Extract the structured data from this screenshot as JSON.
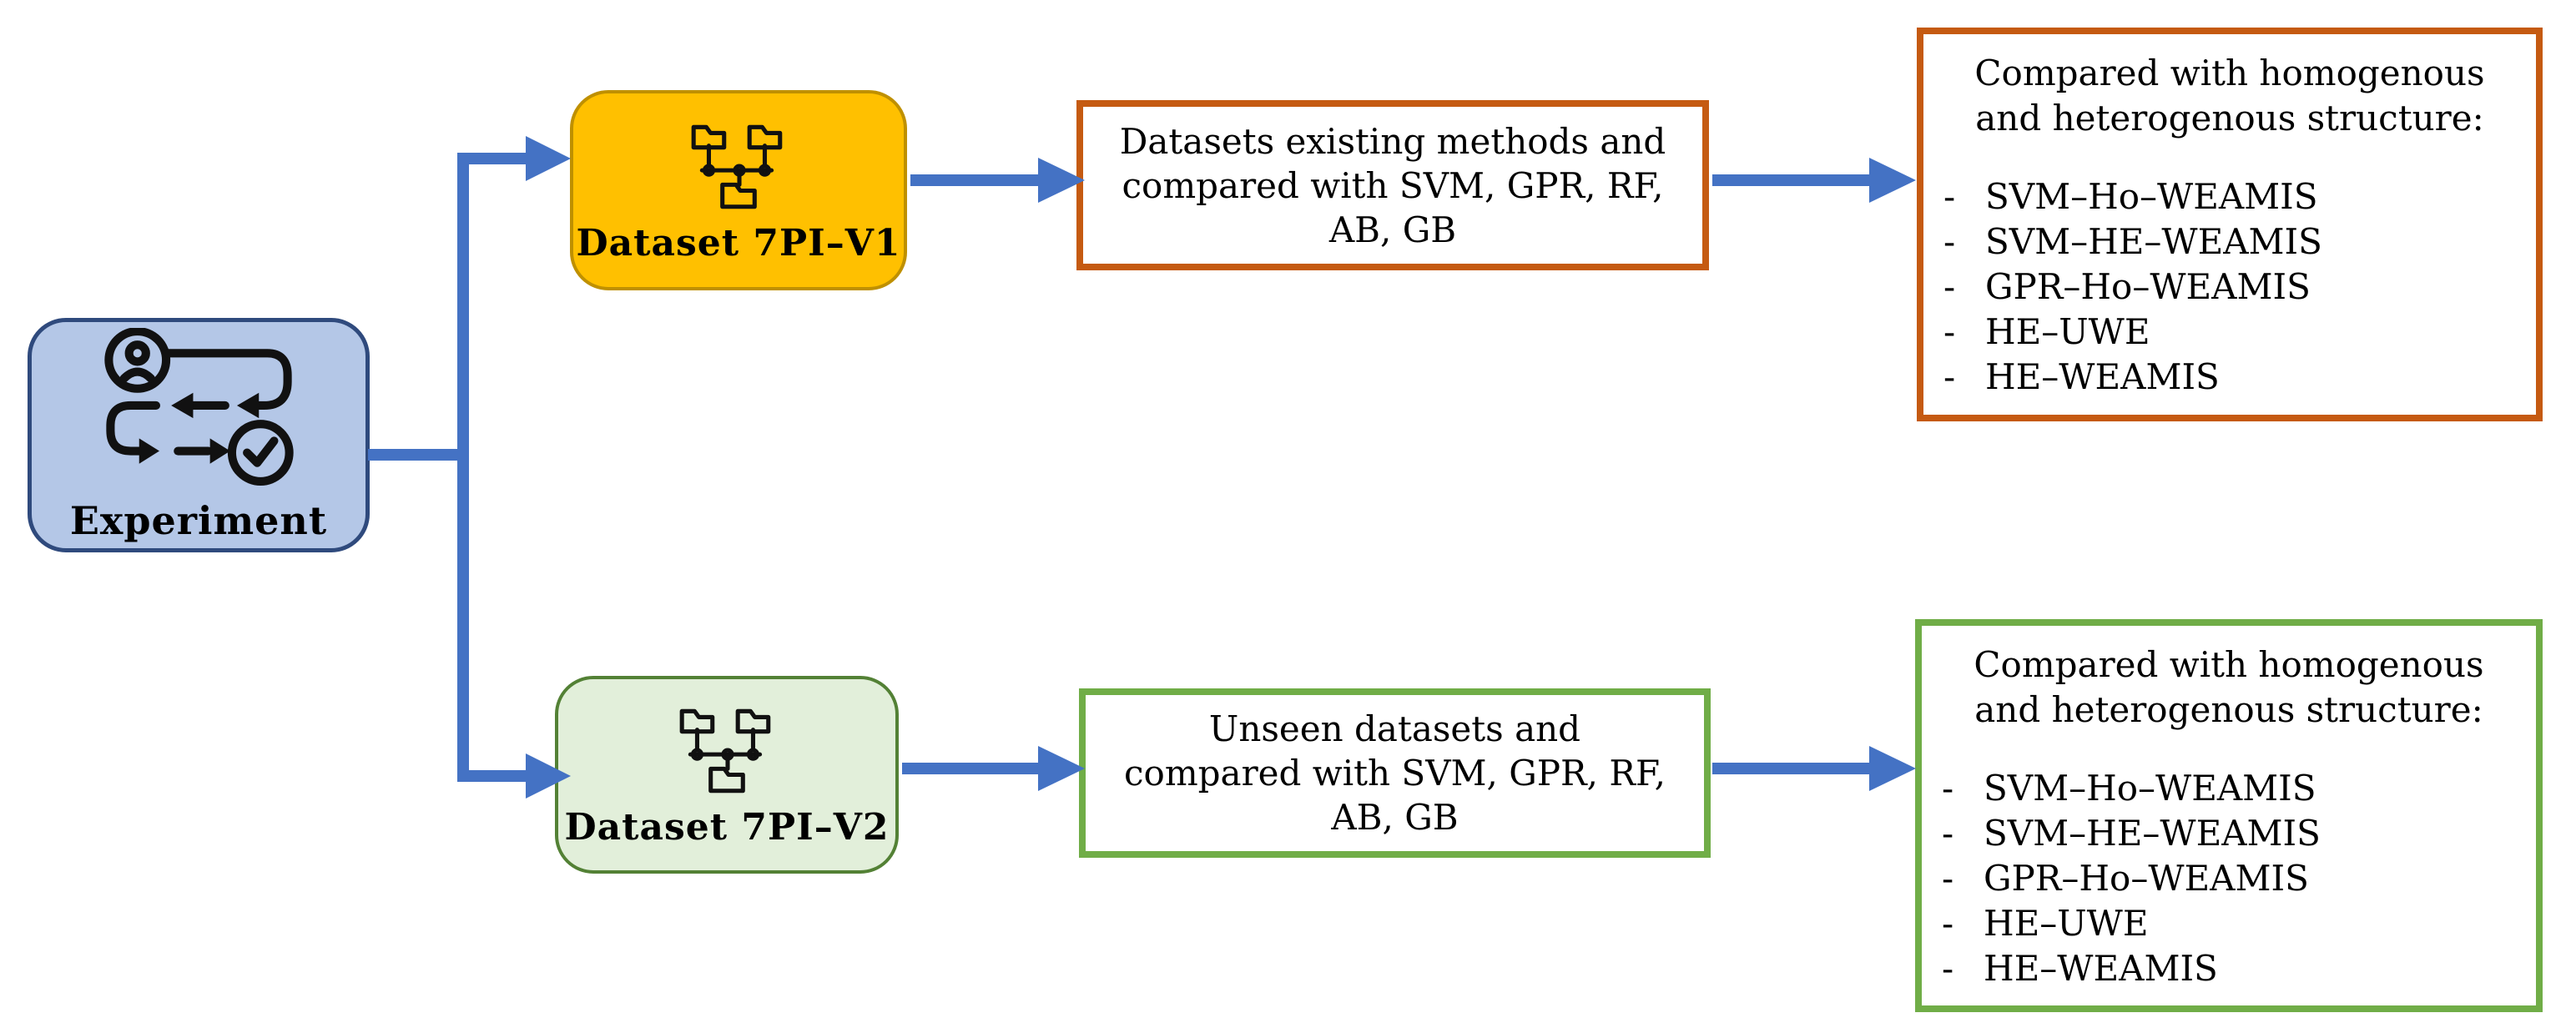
{
  "colors": {
    "arrow": "#4472C4",
    "experiment-fill": "#B4C7E7",
    "experiment-border": "#2F4A7D",
    "v1-fill": "#FFC000",
    "v1-border": "#BF9000",
    "v2-fill": "#E2EFDA",
    "v2-border": "#538135",
    "accent-orange": "#C55A11",
    "accent-green": "#70AD47",
    "icon-stroke": "#111111"
  },
  "shared": {
    "bullet": "-"
  },
  "root": {
    "label": "Experiment",
    "icon": "workflow-icon"
  },
  "branches": [
    {
      "dataset": {
        "label": "Dataset 7PI–V1",
        "icon": "folder-tree-icon"
      },
      "process": {
        "text": "Datasets existing methods and\ncompared with SVM, GPR, RF,\nAB, GB"
      },
      "result": {
        "heading": "Compared with homogenous\nand heterogenous structure:",
        "items": [
          "SVM–Ho–WEAMIS",
          "SVM–HE–WEAMIS",
          "GPR–Ho–WEAMIS",
          "HE–UWE",
          "HE–WEAMIS"
        ]
      }
    },
    {
      "dataset": {
        "label": "Dataset 7PI–V2",
        "icon": "folder-tree-icon"
      },
      "process": {
        "text": "Unseen datasets and\ncompared with SVM, GPR, RF,\nAB, GB"
      },
      "result": {
        "heading": "Compared with homogenous\nand heterogenous structure:",
        "items": [
          "SVM–Ho–WEAMIS",
          "SVM–HE–WEAMIS",
          "GPR–Ho–WEAMIS",
          "HE–UWE",
          "HE–WEAMIS"
        ]
      }
    }
  ]
}
